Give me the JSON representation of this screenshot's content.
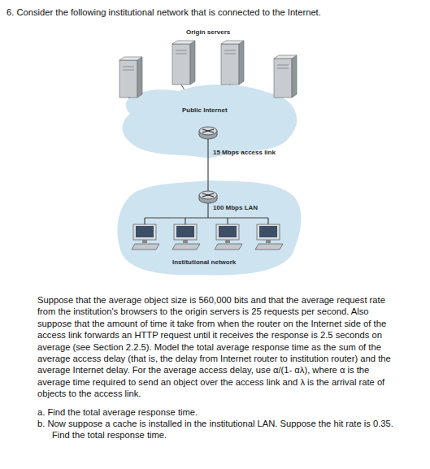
{
  "diagram": {
    "nodes": [
      {
        "text": [
          "Public Internet"
        ]
      },
      {
        "text": [
          "100 Mbps LAN",
          "Institutional network"
        ]
      }
    ],
    "edges": [
      {
        "from": 0,
        "to": 1,
        "arrow": "none",
        "label": "15 Mbps access link"
      }
    ],
    "labels": [
      "6. Consider the following institutional network that is connected to the Internet.",
      "Origin servers",
      "Suppose that the average object size is 560,000 bits and that the average request rate from the institution's browsers to the origin servers is 25 requests per second. Also suppose that the amount of time it take from when the router on the Internet side of the access link forwards an HTTP request until it receives the response is 2.5 seconds on average (see Section 2.2.5). Model the total average response time as the sum of the average access delay (that is, the delay from Internet router to institution router) and the average Internet delay. For the average access delay, use α/(1- αλ), where α is the average time required to send an object over the access link and λ is the arrival rate of objects to the access link.",
      "a. Find the total average response time.",
      "b. Now suppose a cache is installed in the institutional LAN. Suppose the hit rate is 0.35. Find the total response time."
    ]
  }
}
